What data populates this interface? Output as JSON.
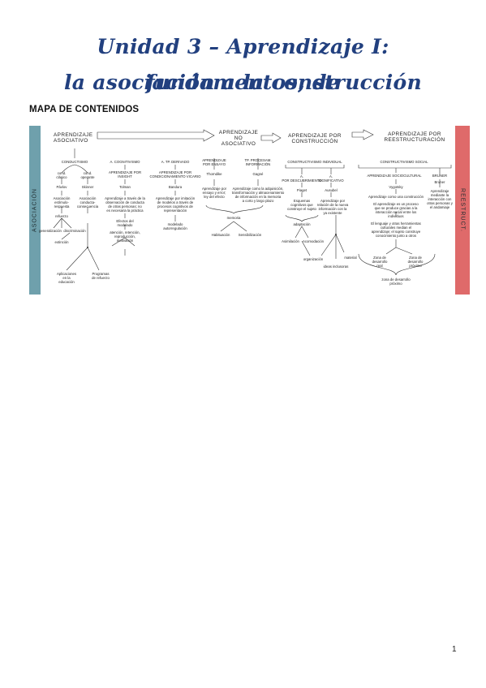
{
  "title": {
    "line1": "Unidad 3 – Aprendizaje I: fundamentos, de",
    "line2": "la asociación a la construcción"
  },
  "section_heading": "MAPA DE CONTENIDOS",
  "page_number": "1",
  "colors": {
    "title": "#22407f",
    "band_left": "#6fa0ac",
    "band_right": "#df6a6a"
  },
  "concept_map": {
    "band_left_label": "ASOCIACIÓN",
    "band_right_label": "REESTRUCT.",
    "headers": {
      "associative": "APRENDIZAJE\nASOCIATIVO",
      "non_associative": "APRENDIZAJE\nNO\nASOCIATIVO",
      "construction": "APRENDIZAJE POR\nCONSTRUCCIÓN",
      "restructuring": "APRENDIZAJE POR\nREESTRUCTURACIÓN"
    },
    "subheaders": {
      "conductismo": "CONDUCTISMO",
      "cognitivismo": "A. COGNITIVISMO",
      "tp_derivado": "A. TP. DERIVADO",
      "por_ensayo": "APRENDIZAJE\nPOR ENSAYO",
      "proc_informacion": "TP. PROCESAM.\nINFORMACIÓN",
      "constr_individual": "CONSTRUCTIVISMO INDIVIDUAL",
      "constr_social": "CONSTRUCTIVISMO SOCIAL"
    },
    "nodes": {
      "cond_clasico": "cond.\nclásico",
      "cond_operante": "cond.\noperante",
      "pavlov": "Pávlov",
      "skinner": "Skinner",
      "pavlov_desc": "Asociación\nestímulo-\nrespuesta",
      "skinner_desc": "Asociación\nconducta-\nconsecuencia",
      "refuerzo": "refuerzo",
      "generalizacion": "generalización",
      "discriminacion": "discriminación",
      "extincion": "extinción",
      "bases_conductistas": "Aplicaciones\nen la\neducación",
      "programas": "Programas\nde refuerzo",
      "cog_aprendizaje": "APRENDIZAJE POR\nINSIGHT",
      "cog_autor": "Tolman",
      "cog_desc": "Aprendizaje a través de la\nobservación de conducta\nde otras personas; no\nes necesaria la práctica",
      "cog_factores": "Efectos del\nmodelado",
      "cog_procesos": "atención, retención,\nreproducción,\nmotivación",
      "tp_aprendizaje": "APRENDIZAJE POR\nCONDICIONAMIENTO VICARIO",
      "tp_autor": "Bandura",
      "tp_desc": "Aprendizaje por imitación\nde modelos a través de\nprocesos cognitivos de\nrepresentación",
      "tp_ejemplos": "modelado\nautorregulación",
      "ensayo_autor": "Thorndike",
      "ensayo_desc": "Aprendizaje por\nensayo y error;\nley del efecto",
      "proc_autor": "Gagné",
      "proc_desc": "Aprendizaje como la adquisición,\ntransformación y almacenamiento\nde información en la memoria\na corto y largo plazo",
      "memoria": "memoria",
      "habituacion": "Habituación",
      "sensibilizacion": "Sensibilización",
      "piaget_label": "A.\nPOR DESCUBRIMIENTO",
      "ausubel_label": "A.\nSIGNIFICATIVO",
      "piaget": "Piaget",
      "ausubel": "Ausubel",
      "piaget_desc": "Esquemas\ncognitivos que\nconstruye el sujeto",
      "ausubel_desc": "Aprendizaje por\nrelación de la nueva\ninformación con la\nya existente",
      "adaptacion": "adaptación",
      "asimilacion": "Asimilación",
      "acomodacion": "Acomodación",
      "organizacion": "organización",
      "ideas_inclusoras": "ideas inclusoras",
      "material": "material",
      "social_label": "APRENDIZAJE SOCIOCULTURAL",
      "vygotsky": "Vygotsky",
      "vyg_desc1": "Aprendizaje como una construcción",
      "vyg_desc2": "El aprendizaje es un proceso\nque se produce gracias a la\ninteracción social entre los\nindividuos",
      "vyg_desc3": "El lenguaje y otras herramientas\nculturales median el\naprendizaje; el sujeto construye\nconocimiento junto a otros",
      "zona_real": "Zona de\ndesarrollo\nreal",
      "zona_proximo": "Zona de\ndesarrollo\npróximo",
      "zdp": "zona de desarrollo\npróximo",
      "bruner_label": "BRUNER",
      "bruner": "Bruner",
      "bruner_desc": "Aprendizaje\nmediante la\ninteracción con\notras personas y\nel andamiaje"
    }
  }
}
